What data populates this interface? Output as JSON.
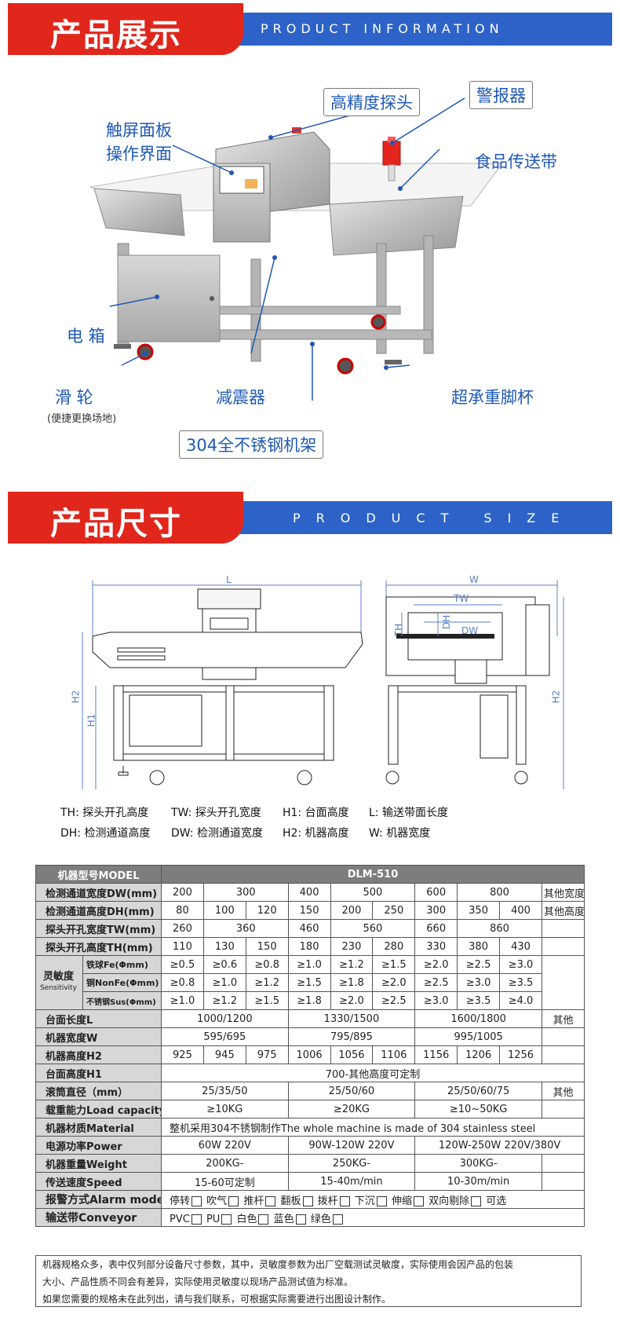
{
  "sections": {
    "info": {
      "title": "产品展示",
      "subtitle": "PRODUCT INFORMATION"
    },
    "size": {
      "title": "产品尺寸",
      "subtitle": "PRODUCT SIZE"
    }
  },
  "labels": {
    "probe": "高精度探头",
    "alarm": "警报器",
    "touch_line1": "触屏面板",
    "touch_line2": "操作界面",
    "conveyor": "食品传送带",
    "ebox": "电 箱",
    "wheel": "滑  轮",
    "wheel_note": "(便捷更换场地)",
    "damper": "减震器",
    "foot": "超承重脚杯",
    "frame": "304全不锈钢机架"
  },
  "dimensions": {
    "L": "L",
    "W": "W",
    "TW": "TW",
    "TH": "TH",
    "DH": "DH",
    "DW": "DW",
    "H1": "H1",
    "H2": "H2",
    "H2r": "H2"
  },
  "legend": {
    "row1": [
      "TH: 探头开孔高度",
      "TW: 探头开孔宽度",
      "H1: 台面高度",
      "L: 输送带面长度"
    ],
    "row2": [
      "DH: 检测通道高度",
      "DW: 检测通道宽度",
      "H2: 机器高度",
      "W: 机器宽度"
    ]
  },
  "table": {
    "model_label": "机器型号MODEL",
    "model_value": "DLM-510",
    "dw_label": "检测通道宽度DW(mm)",
    "dw": [
      "200",
      "300",
      "400",
      "500",
      "600",
      "800"
    ],
    "dw_other": "其他宽度",
    "dh_label": "检测通道高度DH(mm)",
    "dh": [
      "80",
      "100",
      "120",
      "150",
      "200",
      "250",
      "300",
      "350",
      "400"
    ],
    "dh_other": "其他高度",
    "tw_label": "探头开孔宽度TW(mm)",
    "tw": [
      "260",
      "360",
      "460",
      "560",
      "660",
      "860"
    ],
    "th_label": "探头开孔高度TH(mm)",
    "th": [
      "110",
      "130",
      "150",
      "180",
      "230",
      "280",
      "330",
      "380",
      "430"
    ],
    "sens_label": "灵敏度",
    "sens_label_en": "Sensitivity",
    "fe_label": "铁球Fe(Φmm)",
    "fe": [
      "≥0.5",
      "≥0.6",
      "≥0.8",
      "≥1.0",
      "≥1.2",
      "≥1.5",
      "≥2.0",
      "≥2.5",
      "≥3.0"
    ],
    "nonfe_label": "铜NonFe(Φmm)",
    "nonfe": [
      "≥0.8",
      "≥1.0",
      "≥1.2",
      "≥1.5",
      "≥1.8",
      "≥2.0",
      "≥2.5",
      "≥3.0",
      "≥3.5"
    ],
    "sus_label": "不锈钢Sus(Φmm)",
    "sus": [
      "≥1.0",
      "≥1.2",
      "≥1.5",
      "≥1.8",
      "≥2.0",
      "≥2.5",
      "≥3.0",
      "≥3.5",
      "≥4.0"
    ],
    "len_label": "台面长度L",
    "len": [
      "1000/1200",
      "1330/1500",
      "1600/1800"
    ],
    "len_other": "其他",
    "w_label": "机器宽度W",
    "w": [
      "595/695",
      "795/895",
      "995/1005"
    ],
    "h2_label": "机器高度H2",
    "h2": [
      "925",
      "945",
      "975",
      "1006",
      "1056",
      "1106",
      "1156",
      "1206",
      "1256"
    ],
    "h1_label": "台面高度H1",
    "h1": "700-其他高度可定制",
    "roll_label": "滚筒直径（mm）",
    "roll": [
      "25/35/50",
      "25/50/60",
      "25/50/60/75"
    ],
    "roll_other": "其他",
    "load_label": "载重能力Load capacity",
    "load": [
      "≥10KG",
      "≥20KG",
      "≥10~50KG"
    ],
    "mat_label": "机器材质Material",
    "mat": "整机采用304不锈钢制作The whole machine is made of 304 stainless steel",
    "power_label": "电源功率Power",
    "power": [
      "60W 220V",
      "90W-120W 220V",
      "120W-250W  220V/380V"
    ],
    "weight_label": "机器重量Weight",
    "weight": [
      "200KG-",
      "250KG-",
      "300KG-"
    ],
    "speed_label": "传送速度Speed",
    "speed": [
      "15-60可定制",
      "15-40m/min",
      "10-30m/min"
    ],
    "alarm_label": "报警方式Alarm mode",
    "alarm_opts": [
      "停转",
      "吹气",
      "推杆",
      "翻板",
      "拨杆",
      "下沉",
      "伸缩",
      "双向剔除",
      "可选"
    ],
    "conv_label": "输送带Conveyor",
    "conv_opts": [
      "PVC",
      "PU",
      "白色",
      "蓝色",
      "绿色"
    ]
  },
  "note": {
    "line1": "机器规格众多，表中仅列部分设备尺寸参数，其中，灵敏度参数为出厂空载测试灵敏度，实际使用会因产品的包装",
    "line2": "大小、产品性质不同会有差异，实际使用灵敏度以现场产品测试值为标准。",
    "line3": "如果您需要的规格未在此列出，请与我们联系，可根据实际需要进行出图设计制作。"
  },
  "colors": {
    "red": "#e1261c",
    "blue": "#2d63c8",
    "label_blue": "#1e58b4"
  }
}
